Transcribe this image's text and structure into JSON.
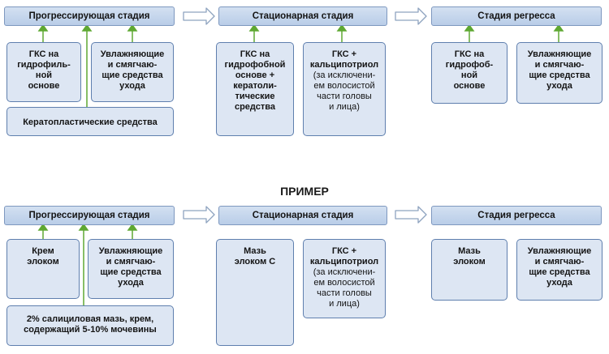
{
  "top": {
    "stages": [
      "Прогрессирующая стадия",
      "Стационарная стадия",
      "Стадия регресса"
    ],
    "col1": [
      "ГКС на\nгидрофиль-\nной\nоснове",
      "Увлажняющие\nи смягчаю-\nщие средства\nухода"
    ],
    "col1_bottom": "Кератопластические средства",
    "col2": [
      "ГКС на\nгидрофобной\nоснове +\nкератоли-\nтические\nсредства",
      "ГКС +\nкальципотриол"
    ],
    "col2_note": "(за исключени-\nем волосистой\nчасти головы\nи лица)",
    "col3": [
      "ГКС на\nгидрофоб-\nной\nоснове",
      "Увлажняющие\nи смягчаю-\nщие средства\nухода"
    ]
  },
  "example_title": "ПРИМЕР",
  "bottom": {
    "stages": [
      "Прогрессирующая стадия",
      "Стационарная стадия",
      "Стадия регресса"
    ],
    "col1": [
      "Крем\nэлоком",
      "Увлажняющие\nи смягчаю-\nщие средства\nухода"
    ],
    "col1_bottom": "2% салициловая мазь, крем,\nсодержащий 5-10% мочевины",
    "col2": [
      "Мазь\nэлоком С",
      "ГКС +\nкальципотриол"
    ],
    "col2_note": "(за исключени-\nем волосистой\nчасти головы\nи лица)",
    "col3": [
      "Мазь\nэлоком",
      "Увлажняющие\nи смягчаю-\nщие средства\nухода"
    ]
  },
  "colors": {
    "header_fill": "#c6d6ec",
    "box_fill": "#dde6f3",
    "box_border": "#5f7fae",
    "connector": "#5fa832",
    "arrow_outline": "#8ea3bf"
  }
}
